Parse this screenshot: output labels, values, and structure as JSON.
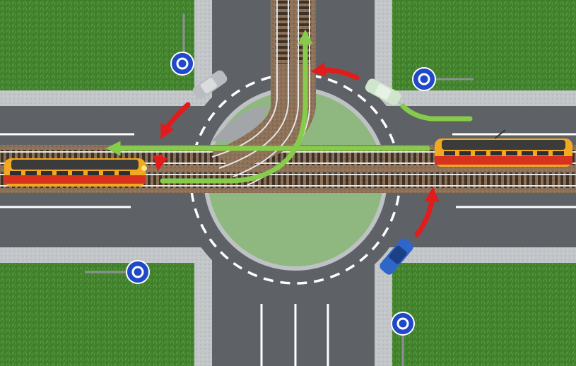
{
  "scene": {
    "type": "traffic roundabout with tram tracks",
    "colors": {
      "grass": "#3f7f2c",
      "road": "#5e6266",
      "sidewalk": "#bfc2c4",
      "lane_mark": "#ffffff",
      "track_bed": "#8a6e55",
      "green_arrow": "#86cc4a",
      "red_arrow": "#e21b1b",
      "sign_blue": "#1f49c8",
      "tram_body": "#f2a91f",
      "tram_stripe": "#d8321f"
    },
    "signs": [
      {
        "name": "roundabout-sign-nw",
        "symbol": "roundabout"
      },
      {
        "name": "roundabout-sign-ne",
        "symbol": "roundabout"
      },
      {
        "name": "roundabout-sign-sw",
        "symbol": "roundabout"
      },
      {
        "name": "roundabout-sign-se",
        "symbol": "roundabout"
      }
    ],
    "vehicles": [
      {
        "name": "car-silver-nw",
        "color": "#b9bcc0"
      },
      {
        "name": "car-light-green-ne",
        "color": "#cfe6cc"
      },
      {
        "name": "car-blue-se",
        "color": "#2f66c9"
      },
      {
        "name": "tram-west",
        "color": "#f2a91f"
      },
      {
        "name": "tram-east",
        "color": "#f2a91f"
      }
    ],
    "arrows": {
      "green": [
        "tram-route-west-to-north",
        "tram-route-east-to-west",
        "car-route-ne-entry"
      ],
      "red": [
        "yield-path-nw",
        "yield-path-north",
        "yield-path-se"
      ]
    }
  }
}
